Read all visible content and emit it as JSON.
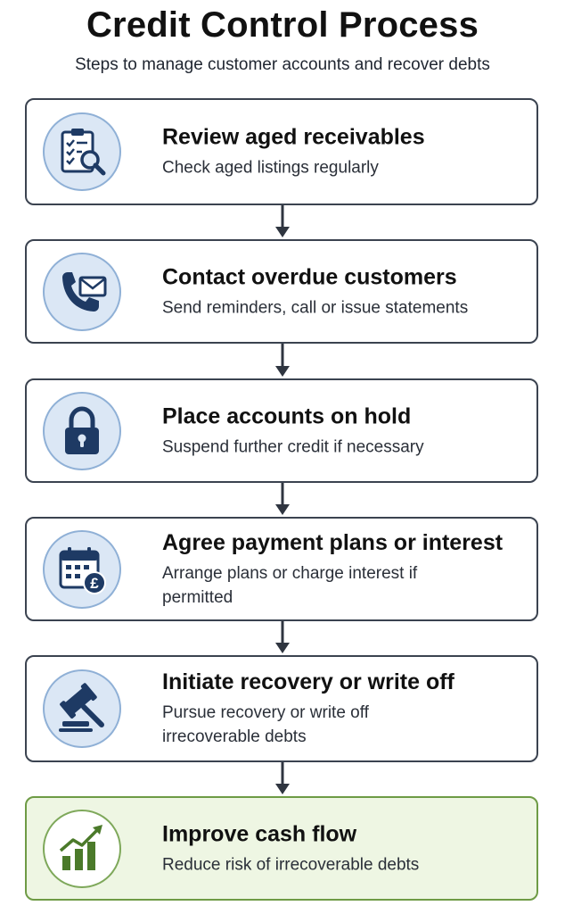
{
  "header": {
    "title": "Credit Control Process",
    "subtitle": "Steps to manage customer accounts and recover debts"
  },
  "steps": [
    {
      "title": "Review aged receivables",
      "desc": "Check aged listings regularly",
      "icon": "clipboard-magnifier-icon"
    },
    {
      "title": "Contact overdue customers",
      "desc": "Send reminders, call or issue statements",
      "icon": "phone-envelope-icon"
    },
    {
      "title": "Place accounts on hold",
      "desc": "Suspend further credit if necessary",
      "icon": "padlock-icon"
    },
    {
      "title": "Agree payment plans or interest",
      "desc": "Arrange plans or charge interest if permitted",
      "icon": "calendar-pound-icon"
    },
    {
      "title": "Initiate recovery or write off",
      "desc": "Pursue recovery or write off irrecoverable debts",
      "icon": "gavel-icon"
    },
    {
      "title": "Improve cash flow",
      "desc": "Reduce risk of irrecoverable debts",
      "icon": "growth-chart-icon"
    }
  ],
  "colors": {
    "step_border": "#3b4350",
    "icon_fill": "#dbe7f5",
    "icon_dark": "#1e3a64",
    "final_fill": "#eef6e3",
    "final_border": "#6e9b45",
    "final_icon": "#4b7a2a",
    "arrow": "#2f3540"
  }
}
